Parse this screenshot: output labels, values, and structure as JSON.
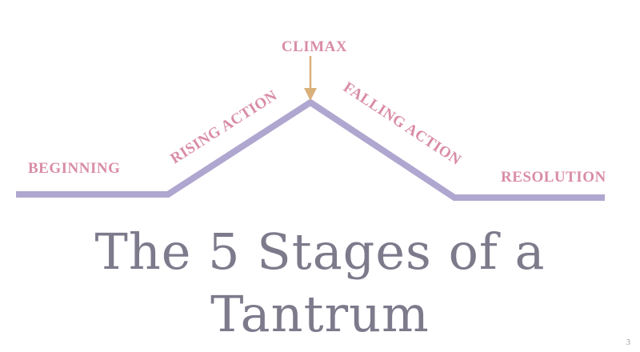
{
  "diagram": {
    "stages": {
      "beginning": "BEGINNING",
      "rising_action": "RISING ACTION",
      "climax": "CLIMAX",
      "falling_action": "FALLING ACTION",
      "resolution": "RESOLUTION"
    },
    "colors": {
      "line": "#b0a7d0",
      "labels": "#d98ca6",
      "arrow": "#d9b07a",
      "title": "#7d7a8c"
    }
  },
  "title": {
    "line1": "The 5 Stages of a",
    "line2": "Tantrum"
  },
  "page_number": "3"
}
